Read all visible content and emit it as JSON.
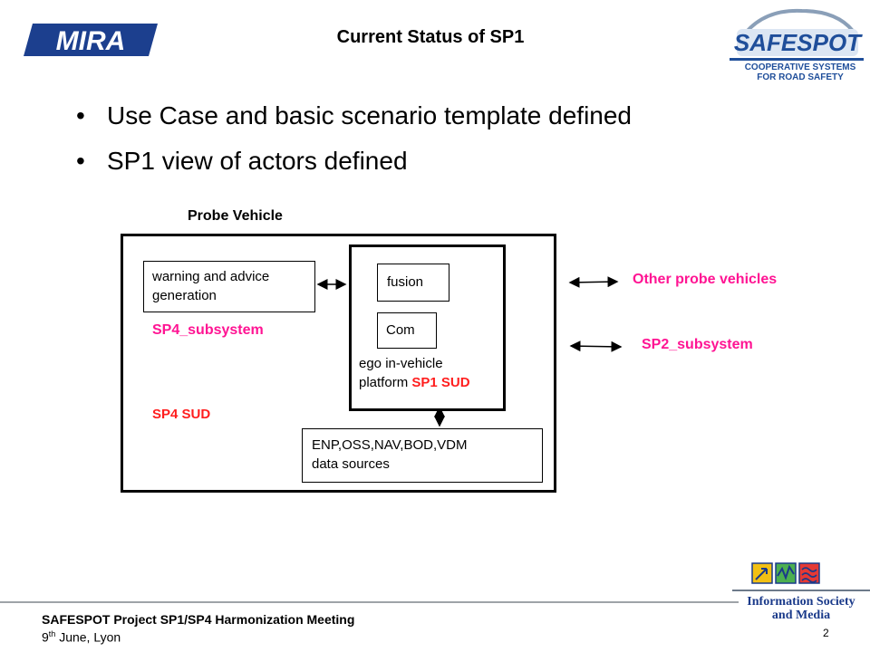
{
  "header": {
    "left_logo": "MIRA",
    "title": "Current Status of SP1",
    "right_logo": {
      "name": "SAFESPOT",
      "tagline_1": "COOPERATIVE SYSTEMS",
      "tagline_2": "FOR ROAD SAFETY"
    }
  },
  "bullets": [
    "Use Case and basic scenario  template defined",
    "SP1 view of actors defined"
  ],
  "bullet_glyph": "•",
  "diagram": {
    "title": "Probe Vehicle",
    "warning_box_1": "warning and advice",
    "warning_box_2": "generation",
    "sp4_subsystem": "SP4_subsystem",
    "sp4_sud": "SP4 SUD",
    "fusion": "fusion",
    "com": "Com",
    "platform_1": "ego in-vehicle",
    "platform_2": "platform",
    "sp1_sud": "SP1 SUD",
    "sources_1": "ENP,OSS,NAV,BOD,VDM",
    "sources_2": "data sources",
    "other_probe": "Other probe vehicles",
    "sp2_subsystem": "SP2_subsystem"
  },
  "footer": {
    "project": "SAFESPOT Project SP1/SP4 Harmonization  Meeting",
    "date_num": "9",
    "date_sup": "th",
    "date_rest": "  June, Lyon",
    "page": "2",
    "ism_logo_1": "Information Society",
    "ism_logo_2": "and Media"
  },
  "colors": {
    "mira_blue": "#1c3f8e",
    "safespot_blue": "#1f4e9a",
    "red_label": "#ff1e1e",
    "pink_label": "#ff1493"
  }
}
